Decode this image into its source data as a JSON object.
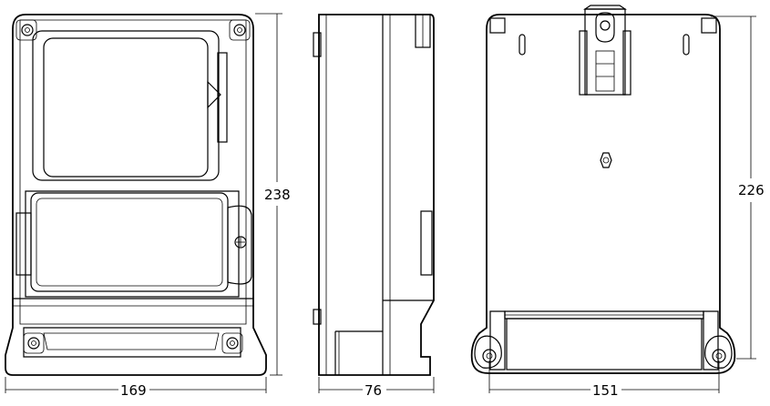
{
  "drawing": {
    "views": [
      {
        "name": "front-view",
        "width_label": "169",
        "height_label": "238"
      },
      {
        "name": "side-view",
        "width_label": "76"
      },
      {
        "name": "rear-view",
        "width_label": "151",
        "height_label": "226"
      }
    ]
  }
}
